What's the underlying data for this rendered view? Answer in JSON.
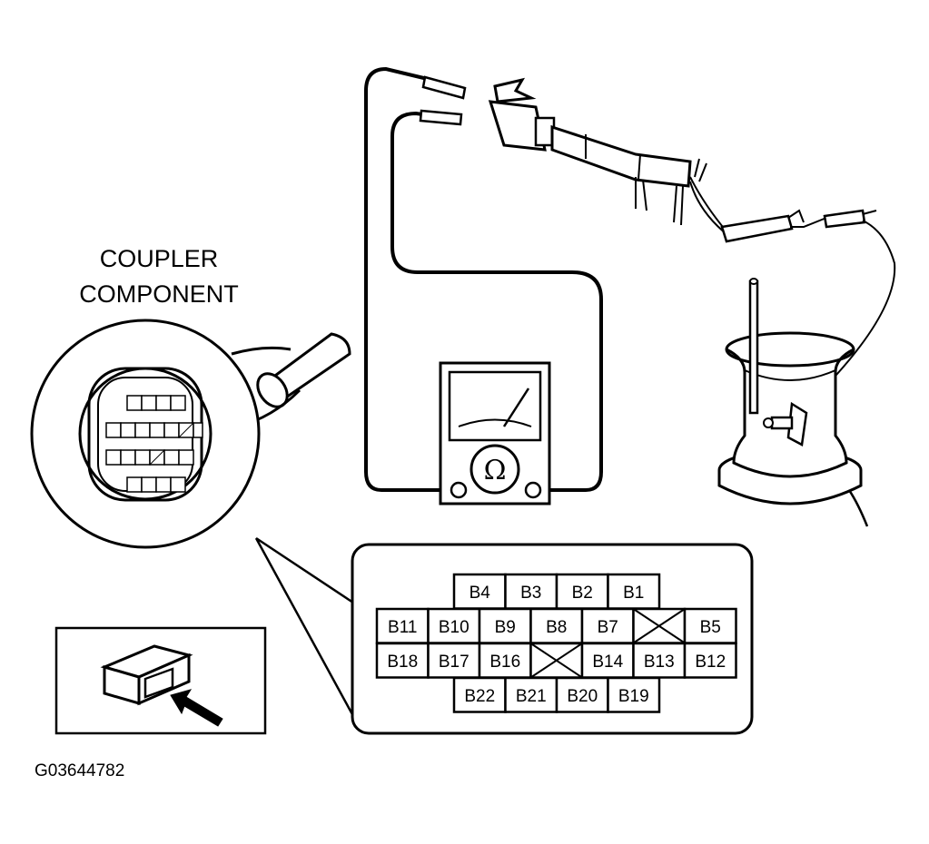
{
  "coupler_title": [
    "COUPLER",
    "COMPONENT"
  ],
  "figure_id": "G03644782",
  "meter_symbol": "Ω",
  "pins": {
    "row1": [
      "B4",
      "B3",
      "B2",
      "B1"
    ],
    "row2": [
      "B11",
      "B10",
      "B9",
      "B8",
      "B7",
      "",
      "B5"
    ],
    "row3": [
      "B18",
      "B17",
      "B16",
      "",
      "B14",
      "B13",
      "B12"
    ],
    "row4": [
      "B22",
      "B21",
      "B20",
      "B19"
    ]
  }
}
